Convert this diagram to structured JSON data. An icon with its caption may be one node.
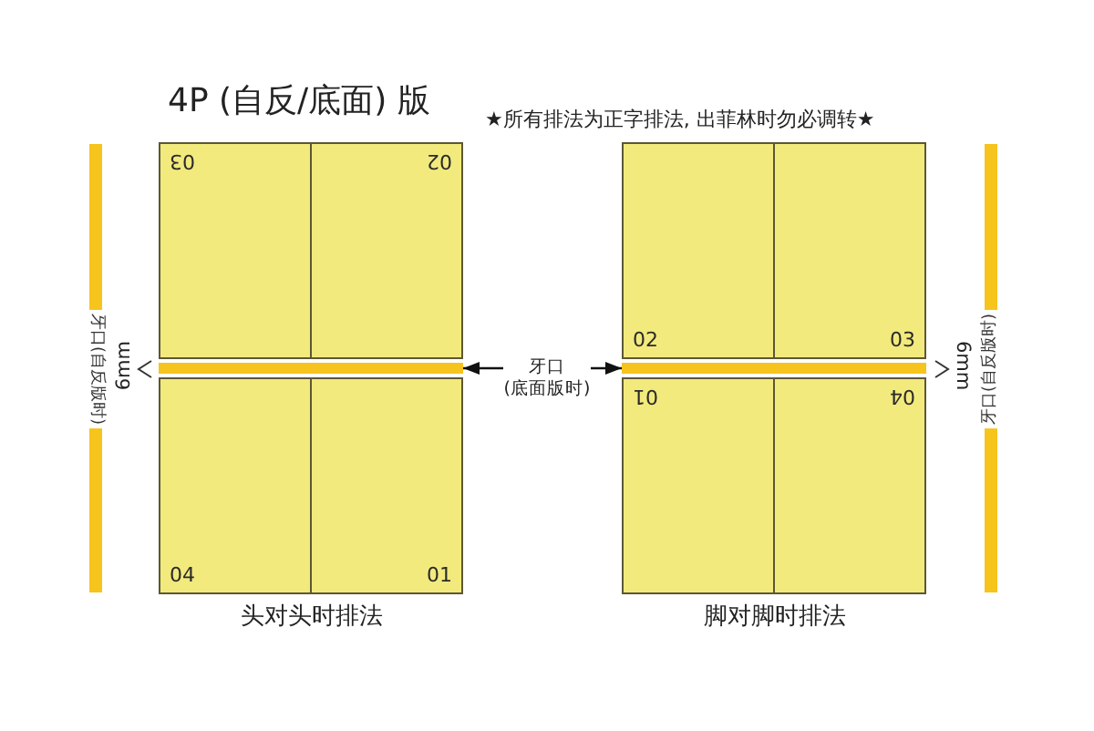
{
  "diagram": {
    "title": "4P (自反/底面) 版",
    "nodes": [
      {
        "text": [
          "牙口(自反版时)"
        ]
      },
      {
        "text": [
          "03"
        ]
      },
      {
        "text": [
          "02"
        ]
      },
      {
        "text": [],
        "shape": "bar"
      },
      {
        "text": [
          "04"
        ]
      },
      {
        "text": [
          "01"
        ]
      },
      {
        "text": [
          "牙口 (底面版时)"
        ]
      },
      {
        "text": [
          "02"
        ]
      },
      {
        "text": [
          "03"
        ]
      },
      {
        "text": [],
        "shape": "bar"
      },
      {
        "text": [
          "01"
        ]
      },
      {
        "text": [
          "04"
        ]
      },
      {
        "text": [
          "牙口(自反版时)"
        ]
      }
    ],
    "edges": [
      {
        "from": 6,
        "to": 3,
        "arrow": "to"
      },
      {
        "from": 6,
        "to": 9,
        "arrow": "to"
      }
    ],
    "labels": [
      "★所有排法为正字排法, 出菲林时勿必调转★",
      "6mm",
      "6mm",
      "头对头时排法",
      "脚对脚时排法"
    ]
  }
}
